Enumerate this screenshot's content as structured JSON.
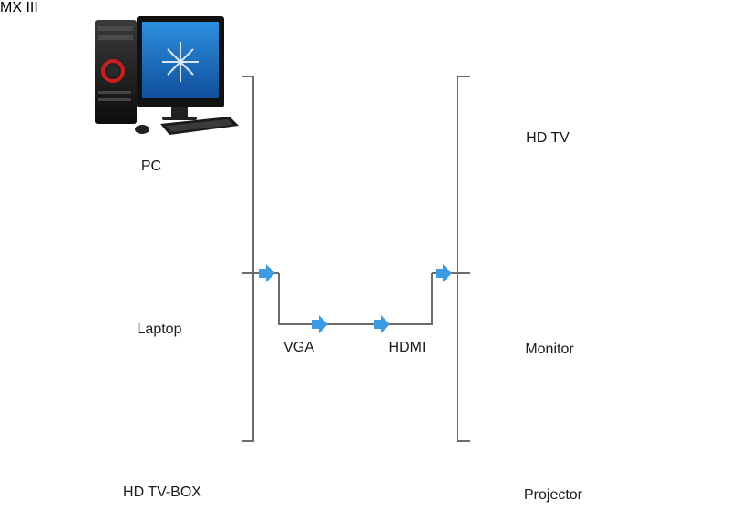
{
  "sources": [
    {
      "id": "pc",
      "label": "PC",
      "icon": "desktop-pc-icon"
    },
    {
      "id": "laptop",
      "label": "Laptop",
      "icon": "laptop-icon"
    },
    {
      "id": "tvbox",
      "label": "HD TV-BOX",
      "icon": "tv-box-icon",
      "brand": "MX III"
    }
  ],
  "targets": [
    {
      "id": "hdtv",
      "label": "HD TV",
      "icon": "hdtv-icon"
    },
    {
      "id": "monitor",
      "label": "Monitor",
      "icon": "monitor-icon"
    },
    {
      "id": "projector",
      "label": "Projector",
      "icon": "projector-icon"
    }
  ],
  "adapter": {
    "input_label": "VGA",
    "output_label": "HDMI",
    "icon": "vga-to-hdmi-adapter-icon"
  },
  "colors": {
    "line": "#6b6b6b",
    "arrow": "#3b9be3",
    "device_black": "#1b1b1b",
    "screen_blue": "#1f7fd0",
    "screen_purple": "#6b2f8a"
  }
}
